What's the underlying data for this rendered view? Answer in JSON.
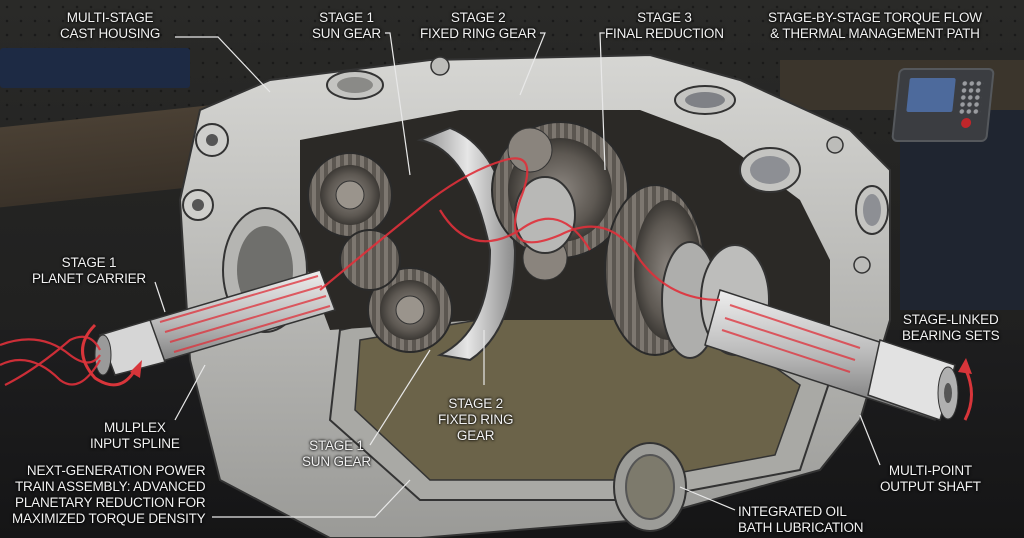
{
  "title": "Next-Generation Power Train Assembly: Advanced Planetary Reduction for Maximized Torque Density",
  "colors": {
    "housing": "#c9c9c6",
    "housing_shadow": "#8c8c89",
    "gear_dark": "#5a5550",
    "torque_flow": "#e0303a",
    "oil": "#6b6349",
    "label_text": "#f2f2f2",
    "background": "#1f1f1f"
  },
  "labels": {
    "housing": {
      "line1": "Multi-Stage",
      "line2": "Cast Housing"
    },
    "stage1_sun_top": {
      "line1": "Stage 1",
      "line2": "Sun Gear"
    },
    "stage2_ring_top": {
      "line1": "Stage 2",
      "line2": "Fixed Ring Gear"
    },
    "stage3": {
      "line1": "Stage 3",
      "line2": "Final Reduction"
    },
    "torque_flow": {
      "line1": "Stage-by-Stage Torque Flow",
      "line2": "& Thermal Management Path"
    },
    "planet_carrier": {
      "line1": "Stage 1",
      "line2": "Planet Carrier"
    },
    "bearing_sets": {
      "line1": "Stage-Linked",
      "line2": "Bearing Sets"
    },
    "input_spline": {
      "line1": "Mulplex",
      "line2": "Input Spline"
    },
    "stage2_ring_bottom": {
      "line1": "Stage 2",
      "line2": "Fixed Ring",
      "line3": "Gear"
    },
    "stage1_sun_bottom": {
      "line1": "Stage 1",
      "line2": "Sun Gear"
    },
    "output_shaft": {
      "line1": "Multi-Point",
      "line2": "Output Shaft"
    },
    "oil_bath": {
      "line1": "Integrated Oil",
      "line2": "Bath Lubrication"
    },
    "caption": {
      "line1": "Next-Generation Power",
      "line2": "Train Assembly: Advanced",
      "line3": "Planetary Reduction for",
      "line4": "Maximized Torque Density"
    }
  },
  "icons": [
    "rotation-arrow-input",
    "rotation-arrow-output",
    "torque-flow-particles",
    "control-console"
  ]
}
